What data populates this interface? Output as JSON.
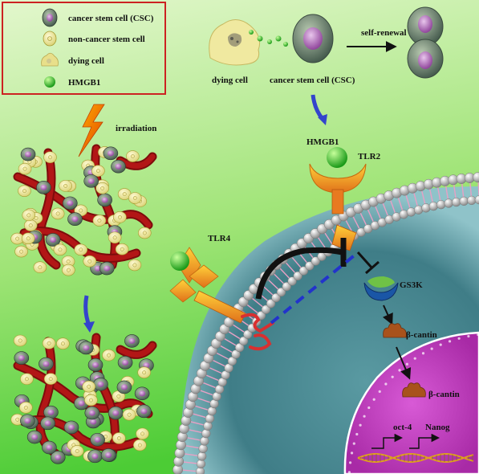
{
  "legend": {
    "items": [
      {
        "label": "cancer stem cell (CSC)",
        "icon": "cancer-stem-cell-icon"
      },
      {
        "label": "non-cancer stem cell",
        "icon": "non-cancer-stem-cell-icon"
      },
      {
        "label": "dying cell",
        "icon": "dying-cell-icon"
      },
      {
        "label": "HMGB1",
        "icon": "hmgb1-icon"
      }
    ],
    "border_color": "#cc2222"
  },
  "labels": {
    "irradiation": "irradiation",
    "dying_cell": "dying cell",
    "csc": "cancer stem cell (CSC)",
    "self_renewal": "self-renewal",
    "hmgb1": "HMGB1",
    "tlr2": "TLR2",
    "tlr4": "TLR4",
    "gs3k": "GS3K",
    "beta_catenin_1": "β-cantin",
    "beta_catenin_2": "β-cantin",
    "oct4": "oct-4",
    "nanog": "Nanog"
  },
  "colors": {
    "background_top": "#d8f5c0",
    "background_bottom": "#58d03a",
    "membrane_bead": "#cfcfcf",
    "cytoplasm": "#4f8c95",
    "nucleus": "#c23dc0",
    "vessel": "#9a1010",
    "inhibition_arrow": "#111111",
    "dashed_line": "#2233cc"
  }
}
